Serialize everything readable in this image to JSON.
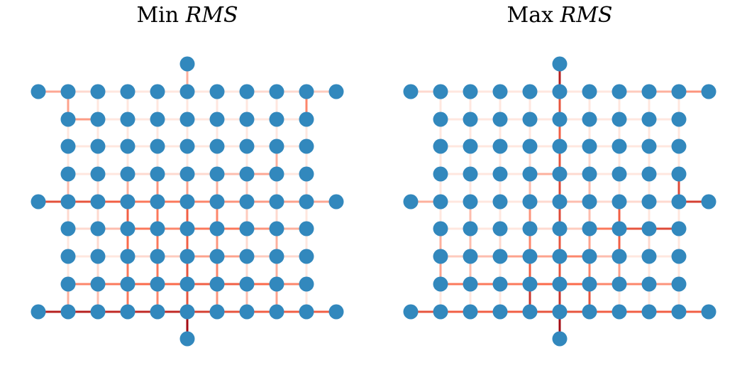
{
  "panels": [
    {
      "title_prefix": "Min",
      "title_var": "RMS",
      "edge_weights": {
        "h": [
          [
            null,
            null,
            null,
            null,
            null,
            null,
            null,
            null,
            null,
            null,
            null,
            null
          ],
          [
            0.28,
            0.1,
            0.05,
            0.05,
            0.05,
            0.05,
            0.05,
            0.1,
            0.1,
            0.15,
            0.32
          ],
          [
            null,
            0.32,
            0.05,
            0.05,
            0.05,
            0.05,
            0.05,
            0.05,
            0.05,
            0.25,
            null
          ],
          [
            null,
            0.05,
            0.05,
            0.05,
            0.05,
            0.05,
            0.05,
            0.05,
            0.05,
            0.05,
            null
          ],
          [
            null,
            0.05,
            0.05,
            0.1,
            0.1,
            0.1,
            0.2,
            0.28,
            0.05,
            0.05,
            null
          ],
          [
            0.62,
            0.6,
            0.55,
            0.45,
            0.45,
            0.4,
            0.35,
            0.32,
            0.3,
            0.28,
            0.55
          ],
          [
            null,
            0.1,
            0.2,
            0.45,
            0.4,
            0.45,
            0.45,
            0.35,
            0.25,
            0.15,
            null
          ],
          [
            null,
            0.05,
            0.05,
            0.1,
            0.15,
            0.3,
            0.3,
            0.15,
            0.1,
            0.05,
            null
          ],
          [
            null,
            0.4,
            0.45,
            0.5,
            0.5,
            0.55,
            0.55,
            0.5,
            0.4,
            0.35,
            null
          ],
          [
            0.85,
            0.85,
            0.8,
            0.8,
            0.8,
            0.7,
            0.6,
            0.55,
            0.55,
            0.55,
            0.55
          ]
        ],
        "v": [
          [
            null,
            null,
            null,
            null,
            null,
            0.25,
            null,
            null,
            null,
            null,
            null
          ],
          [
            null,
            0.3,
            0.05,
            0.05,
            0.05,
            0.05,
            0.05,
            0.05,
            0.05,
            0.4,
            null
          ],
          [
            null,
            0.05,
            0.05,
            0.05,
            0.05,
            0.05,
            0.05,
            0.05,
            0.05,
            0.05,
            null
          ],
          [
            null,
            0.05,
            0.05,
            0.05,
            0.05,
            0.05,
            0.05,
            0.05,
            0.25,
            0.05,
            null
          ],
          [
            null,
            0.2,
            0.1,
            0.25,
            0.35,
            0.3,
            0.25,
            0.15,
            0.1,
            0.1,
            null
          ],
          [
            null,
            0.1,
            0.1,
            0.55,
            0.45,
            0.55,
            0.4,
            0.15,
            0.1,
            0.05,
            null
          ],
          [
            null,
            0.05,
            0.1,
            0.5,
            0.45,
            0.55,
            0.35,
            0.1,
            0.25,
            0.05,
            null
          ],
          [
            null,
            0.05,
            0.1,
            0.45,
            0.45,
            0.6,
            0.4,
            0.1,
            0.25,
            0.05,
            null
          ],
          [
            null,
            0.25,
            0.2,
            0.45,
            0.4,
            0.6,
            0.35,
            0.2,
            0.3,
            0.05,
            null
          ],
          [
            null,
            null,
            null,
            null,
            null,
            0.95,
            null,
            null,
            null,
            null,
            null
          ]
        ]
      }
    },
    {
      "title_prefix": "Max",
      "title_var": "RMS",
      "edge_weights": {
        "h": [
          [
            null,
            null,
            null,
            null,
            null,
            null,
            null,
            null,
            null,
            null,
            null,
            null
          ],
          [
            0.1,
            0.05,
            0.05,
            0.05,
            0.05,
            0.05,
            0.05,
            0.15,
            0.25,
            0.35,
            0.45
          ],
          [
            null,
            0.05,
            0.05,
            0.05,
            0.05,
            0.05,
            0.05,
            0.05,
            0.05,
            0.05,
            null
          ],
          [
            null,
            0.05,
            0.05,
            0.05,
            0.05,
            0.05,
            0.05,
            0.05,
            0.05,
            0.05,
            null
          ],
          [
            null,
            0.05,
            0.05,
            0.05,
            0.25,
            0.1,
            0.05,
            0.05,
            0.05,
            0.05,
            null
          ],
          [
            0.25,
            0.05,
            0.05,
            0.05,
            0.1,
            0.2,
            0.1,
            0.1,
            0.1,
            0.7,
            null
          ],
          [
            null,
            0.05,
            0.05,
            0.05,
            0.1,
            0.15,
            0.45,
            0.6,
            0.65,
            null,
            null
          ],
          [
            null,
            0.15,
            0.2,
            0.3,
            0.3,
            0.4,
            0.2,
            0.05,
            0.05,
            0.05,
            null
          ],
          [
            null,
            0.45,
            0.45,
            0.45,
            0.5,
            0.5,
            0.4,
            0.4,
            0.35,
            0.25,
            null
          ],
          [
            0.6,
            0.55,
            0.55,
            0.55,
            0.6,
            0.6,
            0.55,
            0.55,
            0.55,
            0.55,
            0.55
          ]
        ],
        "v": [
          [
            null,
            null,
            null,
            null,
            null,
            0.85,
            null,
            null,
            null,
            null,
            null
          ],
          [
            null,
            0.05,
            0.05,
            0.05,
            0.05,
            0.6,
            0.05,
            0.05,
            0.05,
            0.05,
            null
          ],
          [
            null,
            0.05,
            0.05,
            0.05,
            0.05,
            0.55,
            0.05,
            0.05,
            0.05,
            0.05,
            null
          ],
          [
            null,
            0.05,
            0.05,
            0.05,
            0.1,
            0.6,
            0.1,
            0.05,
            0.05,
            0.05,
            null
          ],
          [
            null,
            0.05,
            0.05,
            0.05,
            0.2,
            0.65,
            0.2,
            0.05,
            0.05,
            0.65,
            null
          ],
          [
            null,
            0.05,
            0.2,
            0.05,
            0.35,
            0.65,
            0.2,
            0.55,
            0.05,
            0.05,
            null
          ],
          [
            null,
            0.25,
            0.2,
            0.1,
            0.4,
            0.6,
            0.3,
            0.55,
            0.1,
            0.05,
            null
          ],
          [
            null,
            0.3,
            0.2,
            0.05,
            0.55,
            0.6,
            0.4,
            0.3,
            0.05,
            0.05,
            null
          ],
          [
            null,
            null,
            null,
            null,
            0.75,
            0.75,
            0.6,
            null,
            null,
            null,
            null
          ],
          [
            null,
            null,
            null,
            null,
            null,
            0.95,
            null,
            null,
            null,
            null,
            null
          ]
        ]
      }
    }
  ],
  "colors": {
    "node_fill": "#3288bd",
    "edge_low": "#fff5f0",
    "edge_mid": "#fb6a4a",
    "edge_high": "#99000d"
  }
}
